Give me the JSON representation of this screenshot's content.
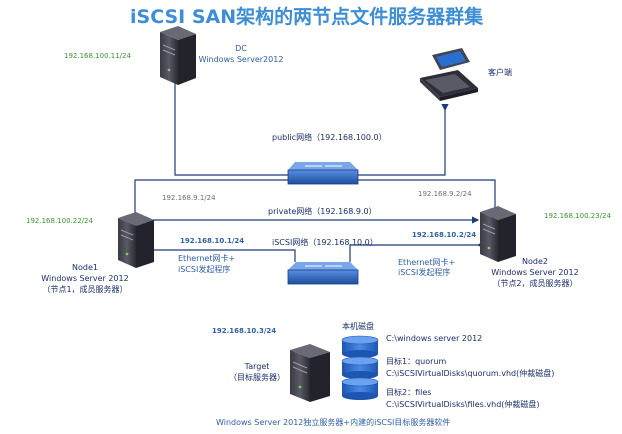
{
  "title": "iSCSI SAN架构的两节点文件服务器群集",
  "dc": {
    "ip": "192.168.100.11/24",
    "name": "DC",
    "os": "Windows Server2012"
  },
  "client": {
    "label": "客户端"
  },
  "public_network": {
    "label": "public网络（192.168.100.0）"
  },
  "private_network": {
    "label": "private网络（192.168.9.0）"
  },
  "iscsi_network": {
    "label": "iSCSI网络（192.168.10.0）"
  },
  "node1": {
    "public_ip": "192.168.100.22/24",
    "private_ip": "192.168.9.1/24",
    "iscsi_ip": "192.168.10.1/24",
    "nic_line1": "Ethernet网卡+",
    "nic_line2": "iSCSI发起程序",
    "name": "Node1",
    "os": "Windows Server 2012",
    "role": "（节点1，成员服务器）"
  },
  "node2": {
    "public_ip": "192.168.100.23/24",
    "private_ip": "192.168.9.2/24",
    "iscsi_ip": "192.168.10.2/24",
    "nic_line1": "Ethernet网卡+",
    "nic_line2": "iSCSI发起程序",
    "name": "Node2",
    "os": "Windows Server 2012",
    "role": "（节点2，成员服务器）"
  },
  "target": {
    "ip": "192.168.10.3/24",
    "name": "Target",
    "role": "（目标服务器）",
    "caption": "Windows Server 2012独立服务器+内建的iSCSI目标服务器软件"
  },
  "storage": {
    "local_disk_label": "本机磁盘",
    "local_disk_path": "C:\\windows server 2012",
    "target1_label": "目标1：quorum",
    "target1_path": "C:\\iSCSIVirtualDisks\\quorum.vhd(仲裁磁盘)",
    "target2_label": "目标2：files",
    "target2_path": "C:\\iSCSIVirtualDisks\\files.vhd(仲裁磁盘)"
  },
  "colors": {
    "title": "#3d8ed6",
    "ip_green": "#3a9a2a",
    "ip_blue": "#2f5fa8",
    "ip_gray": "#6f6f6f",
    "line": "#1f3a7a",
    "switch": "#2c60b5",
    "disk": "#2c6bc8"
  }
}
